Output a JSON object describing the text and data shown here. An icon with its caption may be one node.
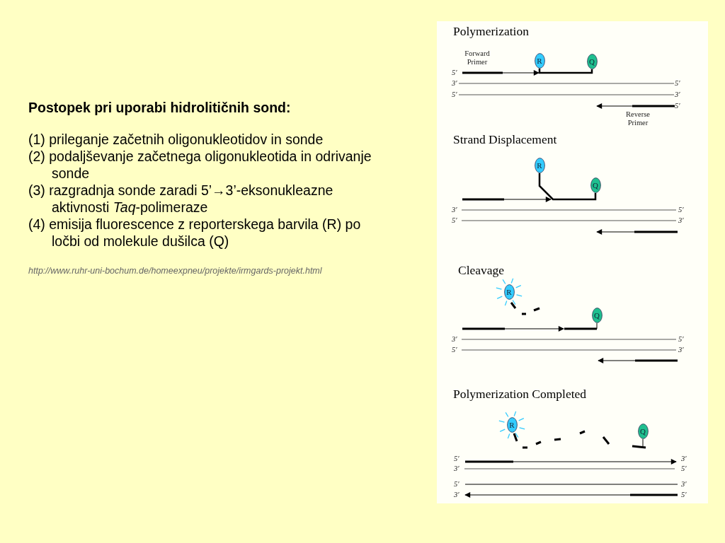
{
  "diagram": {
    "title": "Postopek pri uporabi hidrolitičnih sond:",
    "nodes": [
      {
        "text": [
          "R"
        ]
      },
      {
        "text": [
          "Q"
        ]
      },
      {
        "text": [
          "R"
        ]
      },
      {
        "text": [
          "Q"
        ]
      },
      {
        "text": [
          "R"
        ]
      },
      {
        "text": [
          "Q"
        ]
      },
      {
        "text": [
          "R"
        ]
      },
      {
        "text": [
          "Q"
        ]
      }
    ],
    "edges": [
      {
        "from": 0,
        "to": 1,
        "arrow": "none"
      },
      {
        "from": 2,
        "to": 3,
        "arrow": "none"
      }
    ],
    "labels": [
      "(1) prileganje začetnih oligonukleotidov in sonde",
      "(2) podaljševanje začetnega oligonukleotida in odrivanje sonde",
      "(3) razgradnja sonde zaradi 5’→3’-eksonukleazne aktivnosti *Taq*-polimeraze",
      "(4) emisija fluorescence z reporterskega barvila (R) po ločbi od molekule dušilca (Q)",
      "http://www.ruhr-uni-bochum.de/homeexpneu/projekte/irmgards-projekt.html",
      "Polymerization",
      "Forward Primer",
      "5′",
      "3′",
      "5′",
      "5′",
      "3′",
      "5′",
      "Reverse Primer",
      "Strand Displacement",
      "3′",
      "5′",
      "5′",
      "3′",
      "Cleavage",
      "3′",
      "5′",
      "5′",
      "3′",
      "Polymerization Completed",
      "5′",
      "3′",
      "3′",
      "5′",
      "5′",
      "3′",
      "3′",
      "5′"
    ]
  }
}
